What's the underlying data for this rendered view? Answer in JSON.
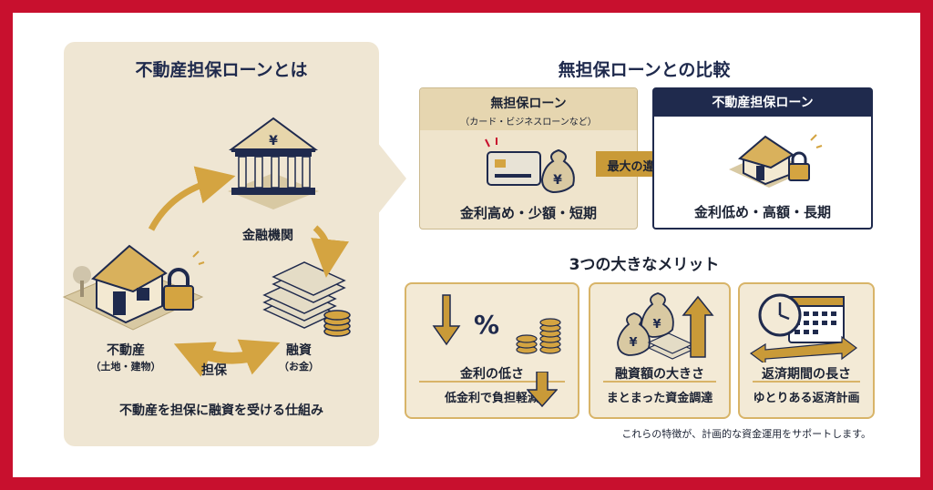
{
  "left": {
    "title": "不動産担保ローンとは",
    "bank_label": "金融機関",
    "property_label": "不動産",
    "property_sub": "（土地・建物）",
    "loan_label": "融資",
    "loan_sub": "（お金）",
    "collateral_label": "担保",
    "caption": "不動産を担保に融資を受ける仕組み"
  },
  "compare": {
    "title": "無担保ローンとの比較",
    "unsecured_title": "無担保ローン",
    "unsecured_sub": "（カード・ビジネスローンなど）",
    "unsecured_feature": "金利高め・少額・短期",
    "arrow_label": "最大の違い",
    "secured_title": "不動産担保ローン",
    "secured_feature": "金利低め・高額・長期"
  },
  "merits": {
    "title": "3つの大きなメリット",
    "items": [
      {
        "title": "金利の低さ",
        "desc": "低金利で負担軽減"
      },
      {
        "title": "融資額の大きさ",
        "desc": "まとまった資金調達"
      },
      {
        "title": "返済期間の長さ",
        "desc": "ゆとりある返済計画"
      }
    ],
    "footnote": "これらの特徴が、計画的な資金運用をサポートします。"
  },
  "icons": {
    "yen": "¥",
    "percent": "%"
  },
  "colors": {
    "frame": "#c8102e",
    "navy": "#1f2a4d",
    "gold": "#d4a441",
    "beige": "#efe6d3"
  }
}
